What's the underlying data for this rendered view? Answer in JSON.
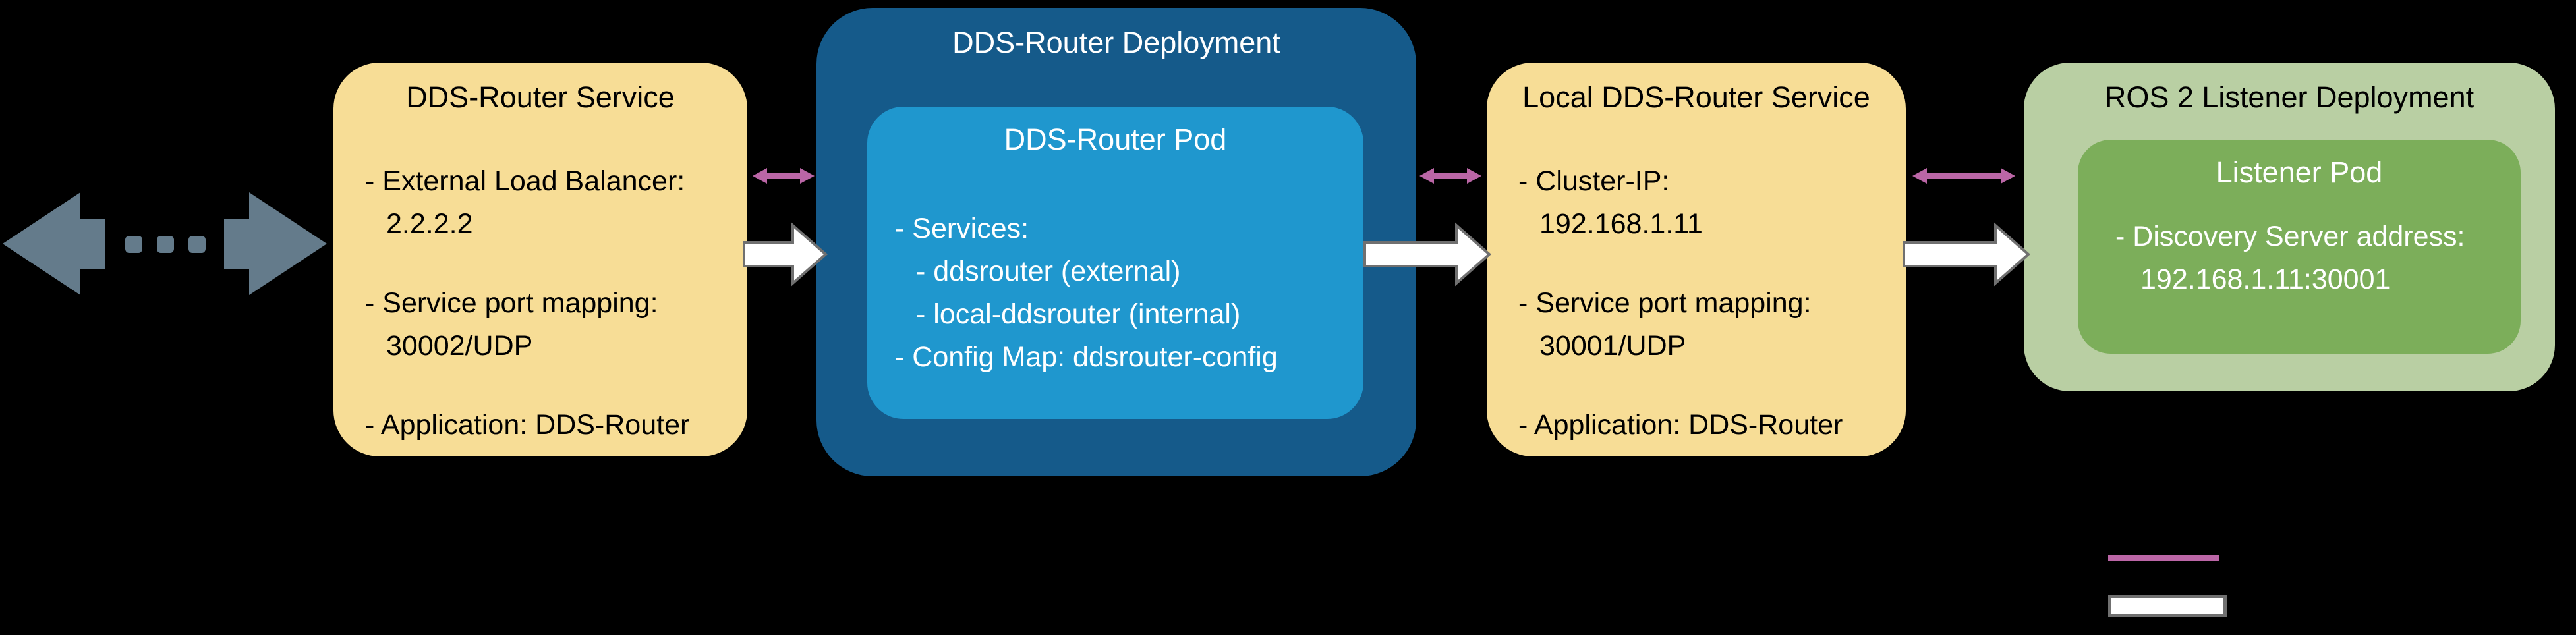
{
  "colors": {
    "background": "#000000",
    "service_box": "#f7dd96",
    "deployment_box": "#155a8a",
    "pod_box": "#1f97ce",
    "listener_deployment_box": "#b9cfa3",
    "listener_pod_box": "#7cae5a",
    "wan_arrow": "#647b8b",
    "bidirectional_arrow": "#bb66a6",
    "data_arrow_fill": "#ffffff",
    "data_arrow_outline": "#707070"
  },
  "nodes": {
    "dds_router_service": {
      "title": "DDS-Router Service",
      "load_balancer_label": "- External Load Balancer:",
      "load_balancer_value": "2.2.2.2",
      "port_label": "- Service port mapping:",
      "port_value": "30002/UDP",
      "application": "- Application: DDS-Router"
    },
    "dds_router_deployment": {
      "title": "DDS-Router Deployment",
      "pod": {
        "title": "DDS-Router Pod",
        "services_label": "- Services:",
        "service_external": "- ddsrouter (external)",
        "service_internal": "- local-ddsrouter (internal)",
        "config_map": "- Config Map: ddsrouter-config"
      }
    },
    "local_dds_router_service": {
      "title": "Local DDS-Router Service",
      "cluster_ip_label": "- Cluster-IP:",
      "cluster_ip_value": "192.168.1.11",
      "port_label": "- Service port mapping:",
      "port_value": "30001/UDP",
      "application": "- Application: DDS-Router"
    },
    "ros2_listener_deployment": {
      "title": "ROS 2 Listener Deployment",
      "pod": {
        "title": "Listener Pod",
        "discovery_label": "- Discovery Server address:",
        "discovery_value": "192.168.1.11:30001"
      }
    }
  },
  "legend": {
    "pink_line_color": "#bb66a6",
    "white_bar_color": "#ffffff"
  }
}
